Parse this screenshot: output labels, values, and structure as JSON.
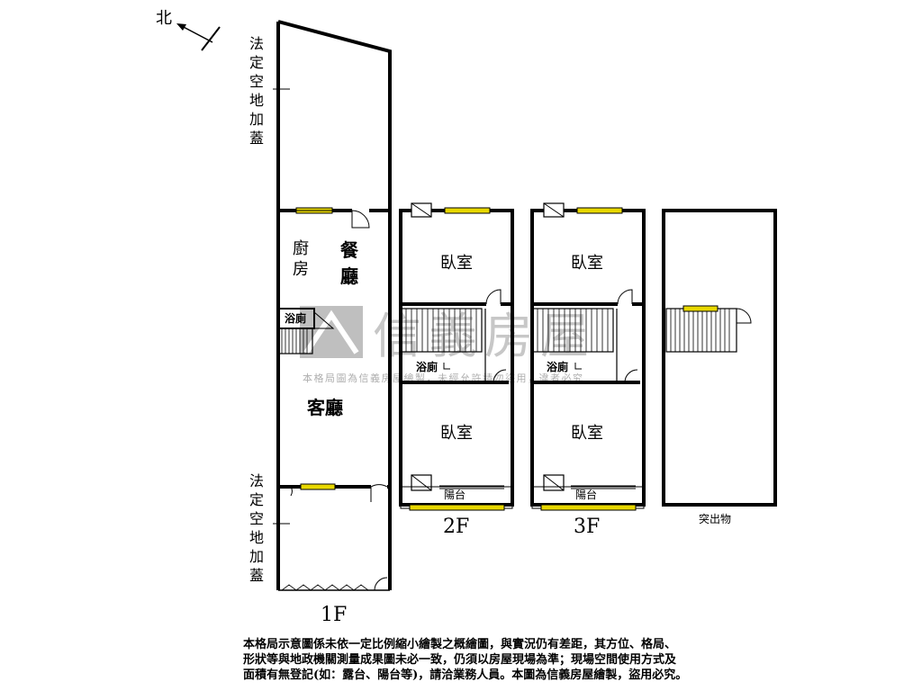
{
  "compass": {
    "north_label": "北"
  },
  "labels": {
    "legal_top": "法定空地加蓋",
    "legal_bottom": "法定空地加蓋",
    "kitchen_1": "廚",
    "kitchen_2": "房",
    "dining_1": "餐",
    "dining_2": "廳",
    "bath": "浴廁",
    "living": "客廳",
    "bedroom": "臥室",
    "balcony": "陽台",
    "projection": "突出物"
  },
  "floors": {
    "f1": "1F",
    "f2": "2F",
    "f3": "3F"
  },
  "watermark": {
    "brand": "信義房屋",
    "caption": "本格局圖為信義房屋繪製，未經允許請勿盜用，違者必究"
  },
  "disclaimer": {
    "line1": "本格局示意圖係未依一定比例縮小繪製之概繪圖，與實況仍有差距，其方位、格局、",
    "line2": "形狀等與地政機關測量成果圖未必一致，仍須以房屋現場為準；現場空間使用方式及",
    "line3": "面積有無登記(如：露台、陽台等)，請洽業務人員。本圖為信義房屋繪製，盜用必究。"
  },
  "colors": {
    "wall": "#000000",
    "window_fill": "#e8d800",
    "watermark": "#bfbfbf"
  }
}
